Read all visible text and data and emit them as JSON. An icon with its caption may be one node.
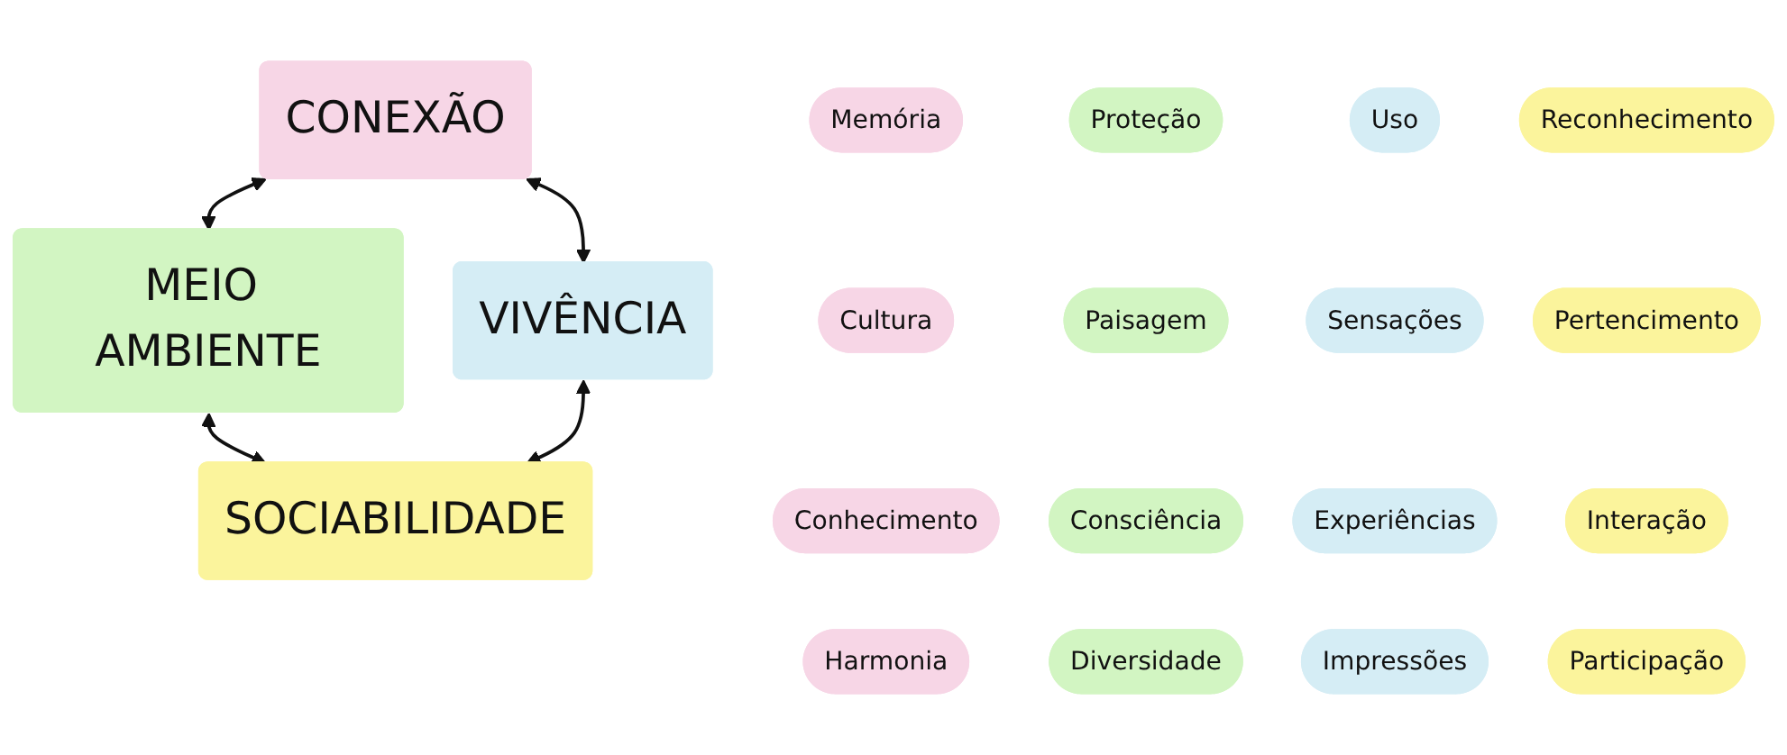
{
  "diagram": {
    "nodes": [
      {
        "text": [
          "CONEXÃO"
        ]
      },
      {
        "text": [
          "MEIO AMBIENTE"
        ]
      },
      {
        "text": [
          "VIVÊNCIA"
        ]
      },
      {
        "text": [
          "SOCIABILIDADE"
        ]
      },
      {
        "text": [
          "Memória"
        ]
      },
      {
        "text": [
          "Cultura"
        ]
      },
      {
        "text": [
          "Conhecimento"
        ]
      },
      {
        "text": [
          "Harmonia"
        ]
      },
      {
        "text": [
          "Proteção"
        ]
      },
      {
        "text": [
          "Paisagem"
        ]
      },
      {
        "text": [
          "Consciência"
        ]
      },
      {
        "text": [
          "Diversidade"
        ]
      },
      {
        "text": [
          "Uso"
        ]
      },
      {
        "text": [
          "Sensações"
        ]
      },
      {
        "text": [
          "Experiências"
        ]
      },
      {
        "text": [
          "Impressões"
        ]
      },
      {
        "text": [
          "Reconhecimento"
        ]
      },
      {
        "text": [
          "Pertencimento"
        ]
      },
      {
        "text": [
          "Interação"
        ]
      },
      {
        "text": [
          "Participação"
        ]
      }
    ],
    "edges": [
      {
        "from": 0,
        "to": 1,
        "arrow": "both"
      },
      {
        "from": 0,
        "to": 2,
        "arrow": "both"
      },
      {
        "from": 1,
        "to": 3,
        "arrow": "both"
      },
      {
        "from": 2,
        "to": 3,
        "arrow": "both"
      }
    ]
  }
}
